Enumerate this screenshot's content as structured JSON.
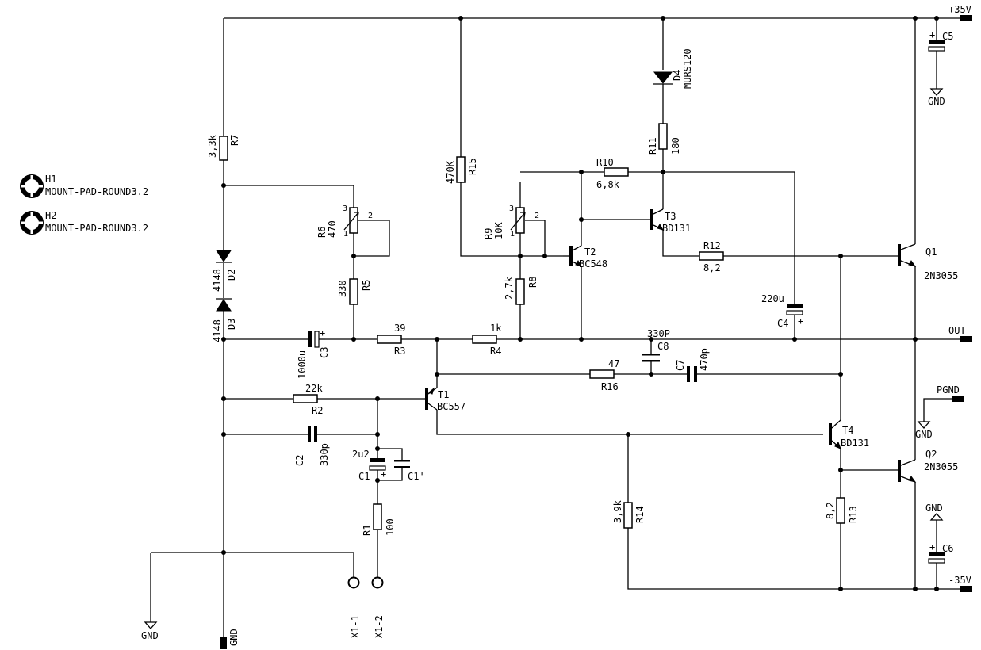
{
  "rails": {
    "positive": "+35V",
    "negative": "-35V",
    "out": "OUT",
    "pgnd": "PGND"
  },
  "gnd_labels": [
    "GND",
    "GND",
    "GND",
    "GND",
    "GND"
  ],
  "mount_pads": [
    {
      "ref": "H1",
      "value": "MOUNT-PAD-ROUND3.2"
    },
    {
      "ref": "H2",
      "value": "MOUNT-PAD-ROUND3.2"
    }
  ],
  "resistors": {
    "R1": {
      "ref": "R1",
      "value": "100"
    },
    "R2": {
      "ref": "R2",
      "value": "22k"
    },
    "R3": {
      "ref": "R3",
      "value": "39"
    },
    "R4": {
      "ref": "R4",
      "value": "1k"
    },
    "R5": {
      "ref": "R5",
      "value": "330"
    },
    "R6": {
      "ref": "R6",
      "value": "470"
    },
    "R7": {
      "ref": "R7",
      "value": "3,3k"
    },
    "R8": {
      "ref": "R8",
      "value": "2,7k"
    },
    "R9": {
      "ref": "R9",
      "value": "10K"
    },
    "R10": {
      "ref": "R10",
      "value": "6,8k"
    },
    "R11": {
      "ref": "R11",
      "value": "180"
    },
    "R12": {
      "ref": "R12",
      "value": "8,2"
    },
    "R13": {
      "ref": "R13",
      "value": "8,2"
    },
    "R14": {
      "ref": "R14",
      "value": "3,9k"
    },
    "R15": {
      "ref": "R15",
      "value": "470K"
    },
    "R16": {
      "ref": "R16",
      "value": "47"
    }
  },
  "capacitors": {
    "C1": {
      "ref": "C1",
      "value": "2u2"
    },
    "C1b": {
      "ref": "C1'",
      "value": ""
    },
    "C2": {
      "ref": "C2",
      "value": "330p"
    },
    "C3": {
      "ref": "C3",
      "value": "1000u"
    },
    "C4": {
      "ref": "C4",
      "value": "220u"
    },
    "C5": {
      "ref": "C5",
      "value": ""
    },
    "C6": {
      "ref": "C6",
      "value": ""
    },
    "C7": {
      "ref": "C7",
      "value": "470p"
    },
    "C8": {
      "ref": "C8",
      "value": "330P"
    }
  },
  "diodes": {
    "D2": {
      "ref": "D2",
      "value": "4148"
    },
    "D3": {
      "ref": "D3",
      "value": "4148"
    },
    "D4": {
      "ref": "D4",
      "value": "MURS120"
    }
  },
  "transistors": {
    "T1": {
      "ref": "T1",
      "value": "BC557"
    },
    "T2": {
      "ref": "T2",
      "value": "BC548"
    },
    "T3": {
      "ref": "T3",
      "value": "BD131"
    },
    "T4": {
      "ref": "T4",
      "value": "BD131"
    },
    "Q1": {
      "ref": "Q1",
      "value": "2N3055"
    },
    "Q2": {
      "ref": "Q2",
      "value": "2N3055"
    }
  },
  "connectors": {
    "X1_1": "X1-1",
    "X1_2": "X1-2"
  },
  "pot_pins": {
    "p1": "1",
    "p2": "2",
    "p3": "3"
  },
  "polarity": "+"
}
